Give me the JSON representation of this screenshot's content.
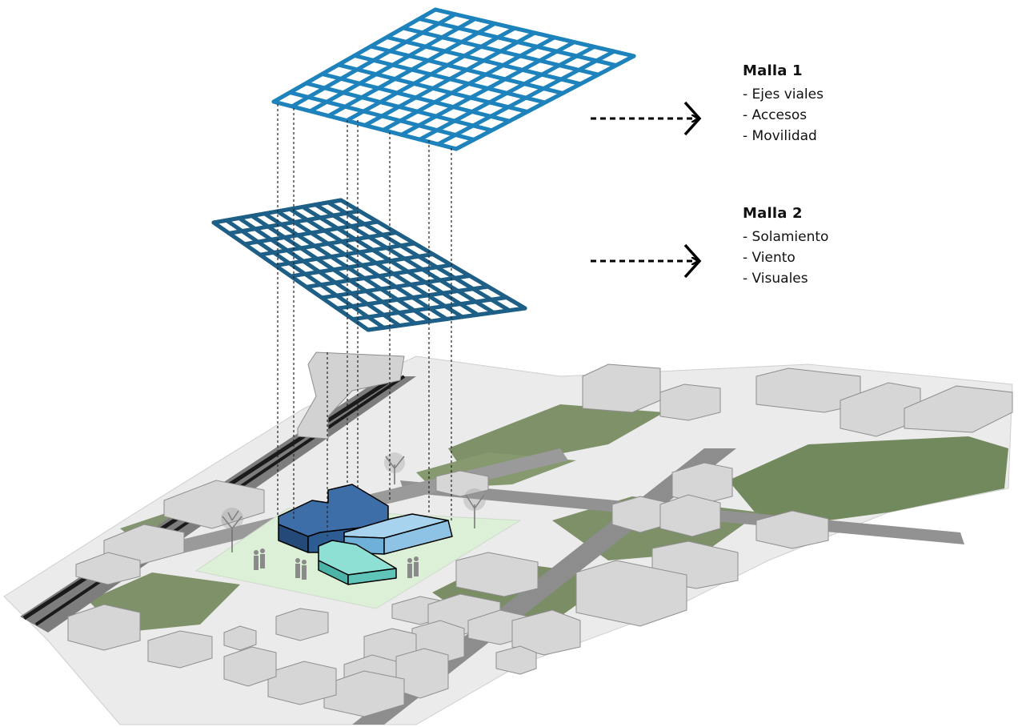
{
  "legend": {
    "malla1": {
      "title": "Malla 1",
      "items": [
        "- Ejes viales",
        "- Accesos",
        "- Movilidad"
      ],
      "color": "#1e83bd"
    },
    "malla2": {
      "title": "Malla 2",
      "items": [
        "- Solamiento",
        "- Viento",
        "- Visuales"
      ],
      "color": "#1d5f86"
    }
  },
  "colors": {
    "ground": "#e9e9e9",
    "grass": "#7f9169",
    "road": "#8f8f8f",
    "plaza": "#dcf0d8",
    "building_gray": "#d6d6d6",
    "block_dark_blue": "#2f5f97",
    "block_light_blue": "#8ec4e4",
    "block_teal": "#6cc9bf"
  },
  "icons": [
    "dashed-arrow-icon",
    "tree-icon",
    "person-icon"
  ]
}
